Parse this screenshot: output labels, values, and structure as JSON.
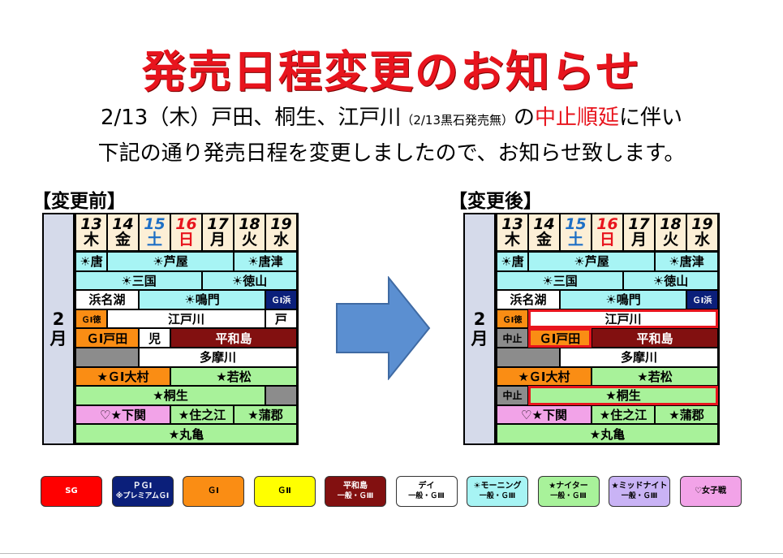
{
  "title": "発売日程変更のお知らせ",
  "notice": {
    "line1_a": "2/13（木）戸田、桐生、江戸川",
    "line1_small": "（2/13黒石発売無）",
    "line1_b": "の",
    "line1_red": "中止順延",
    "line1_c": "に伴い",
    "line2": "下記の通り発売日程を変更しましたので、お知らせ致します。"
  },
  "before": {
    "label": "【変更前】",
    "month": [
      "2",
      "月"
    ],
    "days": [
      {
        "num": "13",
        "dow": "木",
        "type": "weekday"
      },
      {
        "num": "14",
        "dow": "金",
        "type": "weekday"
      },
      {
        "num": "15",
        "dow": "土",
        "type": "sat"
      },
      {
        "num": "16",
        "dow": "日",
        "type": "sun"
      },
      {
        "num": "17",
        "dow": "月",
        "type": "weekday"
      },
      {
        "num": "18",
        "dow": "火",
        "type": "weekday"
      },
      {
        "num": "19",
        "dow": "水",
        "type": "weekday"
      }
    ],
    "rows": [
      [
        {
          "text": "☀唐",
          "span": 1,
          "cls": "morning"
        },
        {
          "text": "☀芦屋",
          "span": 4,
          "cls": "morning"
        },
        {
          "text": "☀唐津",
          "span": 2,
          "cls": "morning"
        }
      ],
      [
        {
          "text": "☀三国",
          "span": 4,
          "cls": "morning"
        },
        {
          "text": "☀徳山",
          "span": 3,
          "cls": "morning"
        }
      ],
      [
        {
          "text": "浜名湖",
          "span": 2,
          "cls": "day-race"
        },
        {
          "text": "☀鳴門",
          "span": 4,
          "cls": "morning"
        },
        {
          "text": "ＧⅠ浜",
          "span": 1,
          "cls": "pgone"
        }
      ],
      [
        {
          "text": "ＧⅠ徳",
          "span": 1,
          "cls": "gone"
        },
        {
          "text": "江戸川",
          "span": 5,
          "cls": "day-race"
        },
        {
          "text": "戸",
          "span": 1,
          "cls": "day-race"
        }
      ],
      [
        {
          "text": "ＧⅠ戸田",
          "span": 2,
          "cls": "gone"
        },
        {
          "text": "児",
          "span": 1,
          "cls": "day-race"
        },
        {
          "text": "平和島",
          "span": 4,
          "cls": "gthree"
        }
      ],
      [
        {
          "text": "",
          "span": 2,
          "cls": "gray"
        },
        {
          "text": "多摩川",
          "span": 5,
          "cls": "day-race"
        }
      ],
      [
        {
          "text": "★ＧⅠ大村",
          "span": 3,
          "cls": "gone"
        },
        {
          "text": "★若松",
          "span": 4,
          "cls": "night"
        }
      ],
      [
        {
          "text": "★桐生",
          "span": 6,
          "cls": "night"
        },
        {
          "text": "",
          "span": 1,
          "cls": "gray"
        }
      ],
      [
        {
          "text": "♡★下関",
          "span": 3,
          "cls": "pink"
        },
        {
          "text": "★住之江",
          "span": 2,
          "cls": "night"
        },
        {
          "text": "★蒲郡",
          "span": 2,
          "cls": "night"
        }
      ],
      [
        {
          "text": "★丸亀",
          "span": 7,
          "cls": "night"
        }
      ]
    ]
  },
  "after": {
    "label": "【変更後】",
    "month": [
      "2",
      "月"
    ],
    "days": [
      {
        "num": "13",
        "dow": "木",
        "type": "weekday"
      },
      {
        "num": "14",
        "dow": "金",
        "type": "weekday"
      },
      {
        "num": "15",
        "dow": "土",
        "type": "sat"
      },
      {
        "num": "16",
        "dow": "日",
        "type": "sun"
      },
      {
        "num": "17",
        "dow": "月",
        "type": "weekday"
      },
      {
        "num": "18",
        "dow": "火",
        "type": "weekday"
      },
      {
        "num": "19",
        "dow": "水",
        "type": "weekday"
      }
    ],
    "rows": [
      [
        {
          "text": "☀唐",
          "span": 1,
          "cls": "morning"
        },
        {
          "text": "☀芦屋",
          "span": 4,
          "cls": "morning"
        },
        {
          "text": "☀唐津",
          "span": 2,
          "cls": "morning"
        }
      ],
      [
        {
          "text": "☀三国",
          "span": 4,
          "cls": "morning"
        },
        {
          "text": "☀徳山",
          "span": 3,
          "cls": "morning"
        }
      ],
      [
        {
          "text": "浜名湖",
          "span": 2,
          "cls": "day-race"
        },
        {
          "text": "☀鳴門",
          "span": 4,
          "cls": "morning"
        },
        {
          "text": "ＧⅠ浜",
          "span": 1,
          "cls": "pgone"
        }
      ],
      [
        {
          "text": "ＧⅠ徳",
          "span": 1,
          "cls": "gone"
        },
        {
          "text": "江戸川",
          "span": 6,
          "cls": "day-race",
          "changed": true
        }
      ],
      [
        {
          "text": "中止",
          "span": 1,
          "cls": "gray"
        },
        {
          "text": "ＧⅠ戸田",
          "span": 2,
          "cls": "gone",
          "changed": true
        },
        {
          "text": "平和島",
          "span": 4,
          "cls": "gthree"
        }
      ],
      [
        {
          "text": "",
          "span": 2,
          "cls": "gray"
        },
        {
          "text": "多摩川",
          "span": 5,
          "cls": "day-race"
        }
      ],
      [
        {
          "text": "★ＧⅠ大村",
          "span": 3,
          "cls": "gone"
        },
        {
          "text": "★若松",
          "span": 4,
          "cls": "night"
        }
      ],
      [
        {
          "text": "中止",
          "span": 1,
          "cls": "gray"
        },
        {
          "text": "★桐生",
          "span": 6,
          "cls": "night",
          "changed": true
        }
      ],
      [
        {
          "text": "♡★下関",
          "span": 3,
          "cls": "pink"
        },
        {
          "text": "★住之江",
          "span": 2,
          "cls": "night"
        },
        {
          "text": "★蒲郡",
          "span": 2,
          "cls": "night"
        }
      ],
      [
        {
          "text": "★丸亀",
          "span": 7,
          "cls": "night"
        }
      ]
    ]
  },
  "legend": [
    {
      "lines": [
        "SG"
      ],
      "bg": "#ff0000",
      "fg": "#ffffff"
    },
    {
      "lines": [
        "ＰＧⅠ",
        "※プレミアムＧⅠ"
      ],
      "bg": "#0b1f7a",
      "fg": "#ffffff"
    },
    {
      "lines": [
        "ＧⅠ"
      ],
      "bg": "#fa8d14",
      "fg": "#000000"
    },
    {
      "lines": [
        "ＧⅡ"
      ],
      "bg": "#ffff00",
      "fg": "#000000"
    },
    {
      "lines": [
        "平和島",
        "一般・ＧⅢ"
      ],
      "bg": "#821010",
      "fg": "#ffffff"
    },
    {
      "lines": [
        "デイ",
        "一般・ＧⅢ"
      ],
      "bg": "#ffffff",
      "fg": "#000000"
    },
    {
      "lines": [
        "☀モーニング",
        "一般・ＧⅢ"
      ],
      "bg": "#a7f4f4",
      "fg": "#000000"
    },
    {
      "lines": [
        "★ナイター",
        "一般・ＧⅢ"
      ],
      "bg": "#a8f29a",
      "fg": "#000000"
    },
    {
      "lines": [
        "★ミッドナイト",
        "一般・ＧⅢ"
      ],
      "bg": "#c9b3f5",
      "fg": "#000000"
    },
    {
      "lines": [
        "♡女子戦"
      ],
      "bg": "#f2a3e8",
      "fg": "#000000"
    }
  ],
  "colors": {
    "title": "#e8141d",
    "arrow": "#5b8fd1"
  }
}
